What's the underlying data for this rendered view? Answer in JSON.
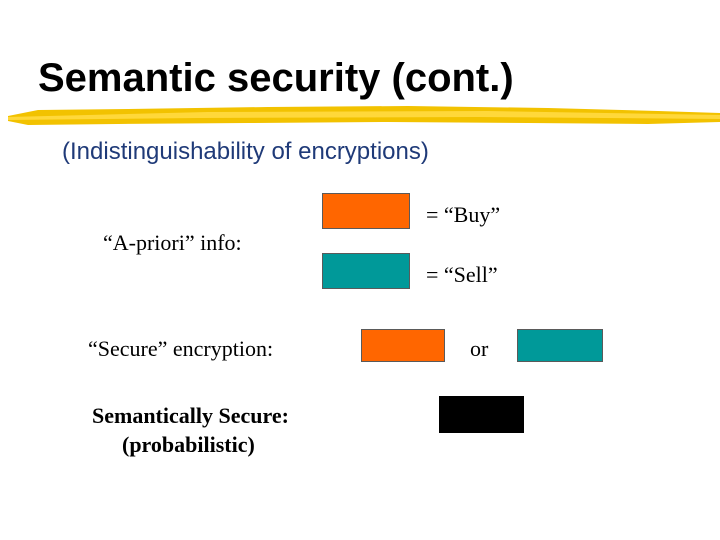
{
  "slide": {
    "title": "Semantic security (cont.)",
    "subtitle": "(Indistinguishability of encryptions)",
    "apriori": {
      "label": "“A-priori” info:",
      "buy_text": "= “Buy”",
      "sell_text": "= “Sell”"
    },
    "secure": {
      "label": "“Secure” encryption:",
      "or_text": "or"
    },
    "semantic": {
      "label_line1": "Semantically Secure:",
      "label_line2": "(probabilistic)"
    }
  },
  "colors": {
    "buy": "#ff6600",
    "sell": "#009999",
    "cipher": "#000000",
    "accent_underline": "#f2c200",
    "subtitle": "#1f3a78"
  }
}
